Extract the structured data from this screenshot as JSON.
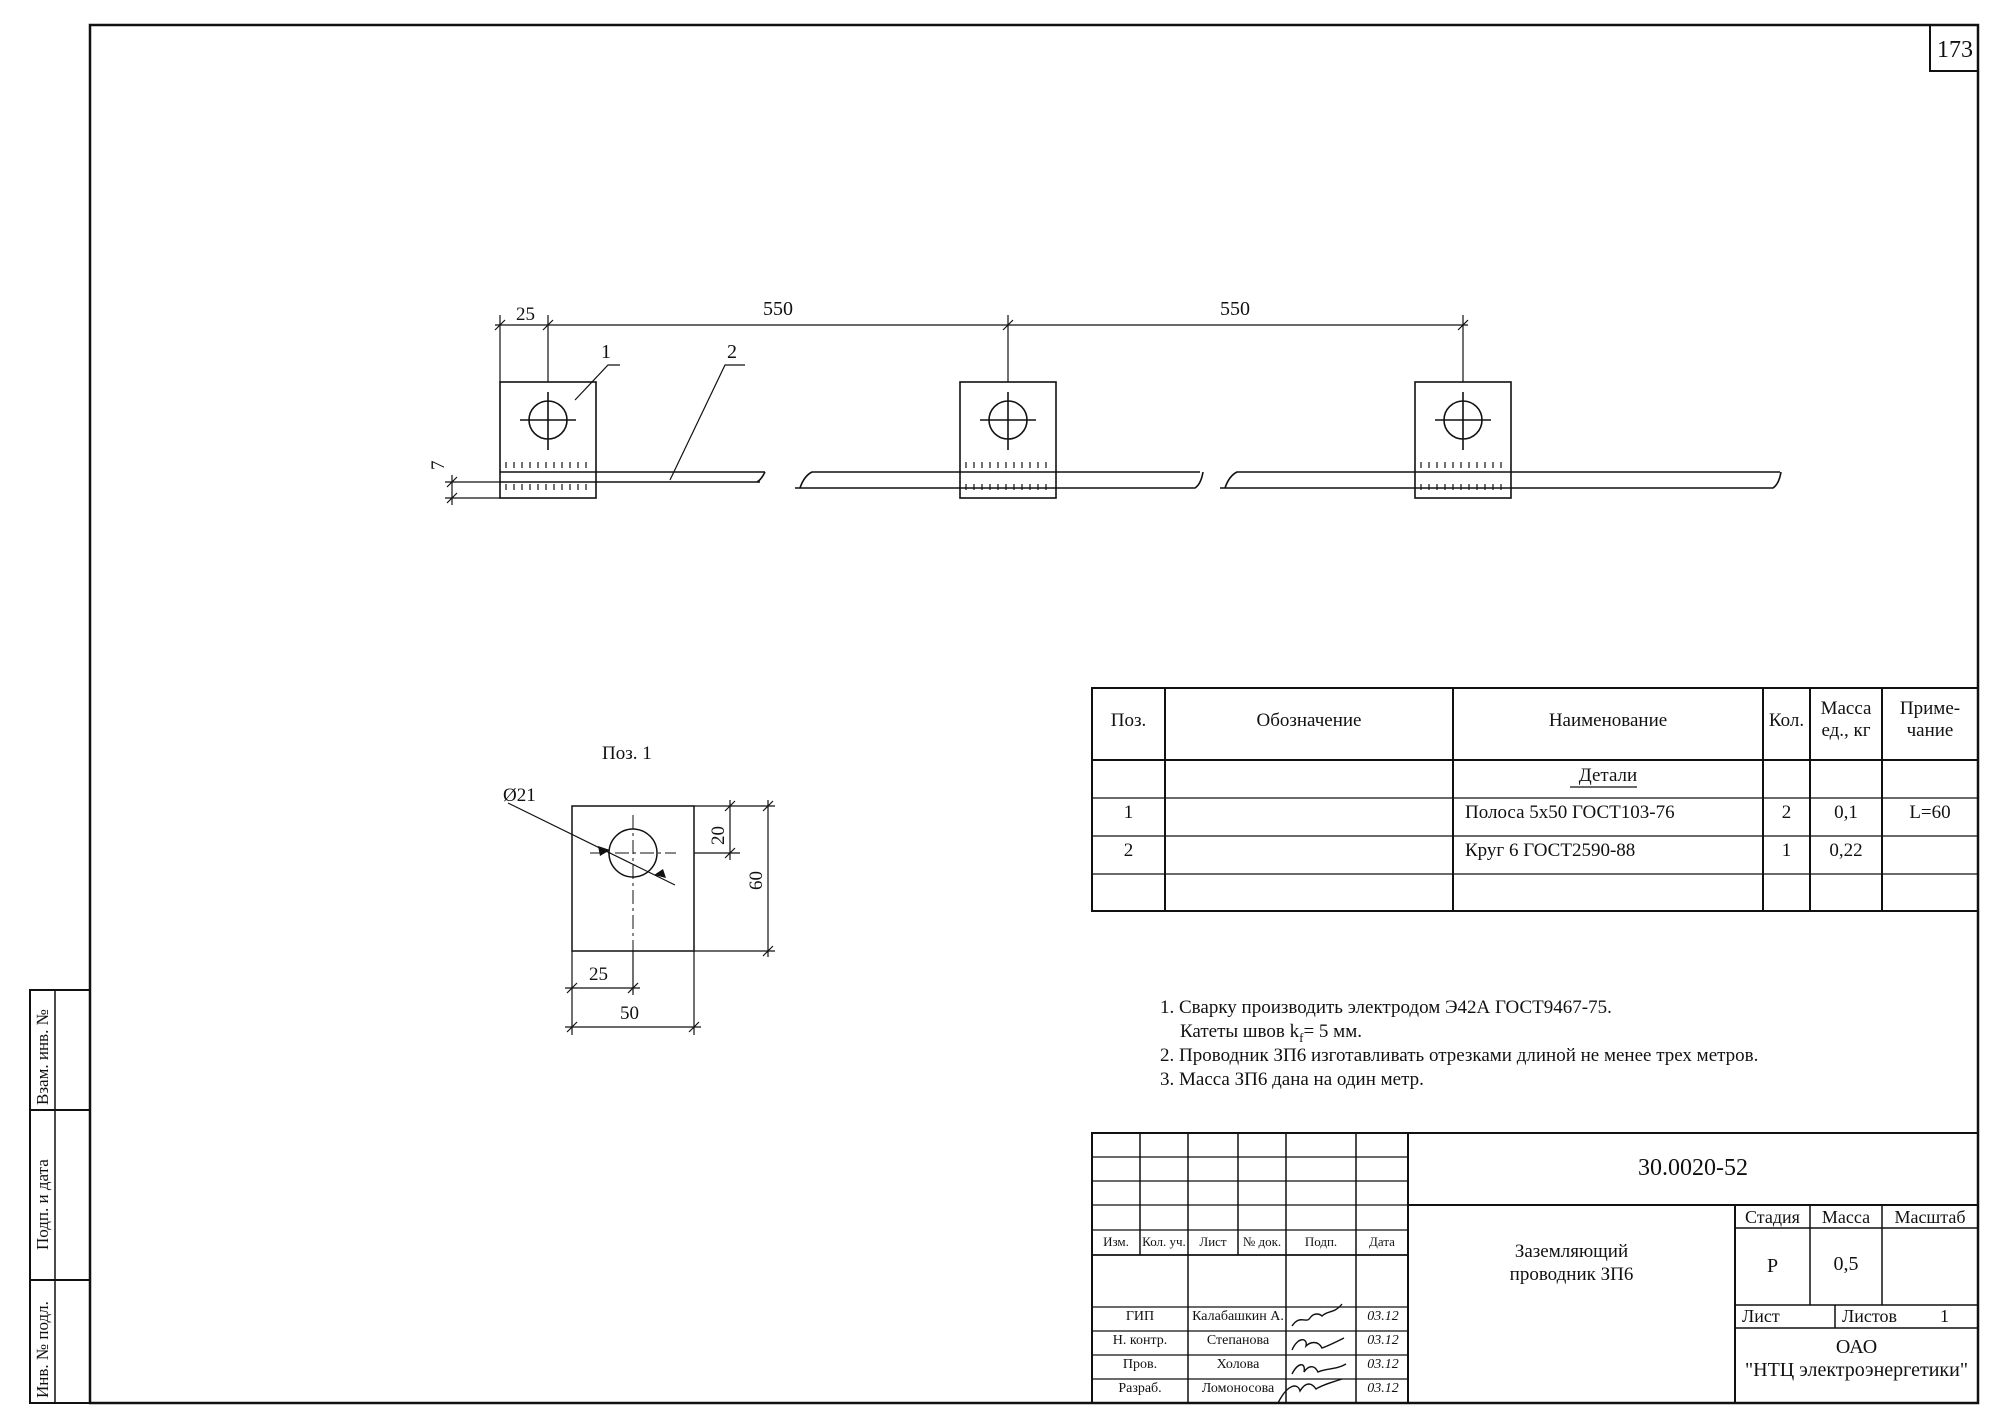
{
  "sheet": {
    "page_number": "173",
    "designation": "30.0020-52",
    "title_line1": "Заземляющий",
    "title_line2": "проводник ЗП6",
    "stage_header": "Стадия",
    "mass_header": "Масса",
    "scale_header": "Масштаб",
    "stage": "Р",
    "mass": "0,5",
    "sheet_label": "Лист",
    "sheets_label": "Листов",
    "sheets_count": "1",
    "org_line1": "ОАО",
    "org_line2": "\"НТЦ электроэнергетики\""
  },
  "side_stamp": {
    "vzam": "Взам. инв. №",
    "podp": "Подп. и дата",
    "inv": "Инв. № подл."
  },
  "drawing": {
    "dim_25_top": "25",
    "dim_550_a": "550",
    "dim_550_b": "550",
    "dim_7": "7",
    "leader_1": "1",
    "leader_2": "2",
    "detail_title": "Поз. 1",
    "dim_d21": "Ø21",
    "dim_20": "20",
    "dim_60": "60",
    "dim_25_bottom": "25",
    "dim_50": "50"
  },
  "spec": {
    "headers": {
      "pos": "Поз.",
      "designation": "Обозначение",
      "name": "Наименование",
      "qty": "Кол.",
      "mass_line1": "Масса",
      "mass_line2": "ед., кг",
      "note_line1": "Приме-",
      "note_line2": "чание"
    },
    "section": "Детали",
    "rows": [
      {
        "pos": "1",
        "name": "Полоса 5х50 ГОСТ103-76",
        "qty": "2",
        "mass": "0,1",
        "note": "L=60"
      },
      {
        "pos": "2",
        "name": "Круг 6 ГОСТ2590-88",
        "qty": "1",
        "mass": "0,22",
        "note": ""
      }
    ]
  },
  "notes": {
    "n1a": "1. Сварку производить электродом Э42А ГОСТ9467-75.",
    "n1b_pre": "Катеты швов k",
    "n1b_sub": "f",
    "n1b_post": "= 5 мм.",
    "n2": "2. Проводник ЗП6 изготавливать отрезками длиной не менее трех метров.",
    "n3": "3. Масса ЗП6 дана на один метр."
  },
  "stamp": {
    "col_izm": "Изм.",
    "col_kol": "Кол. уч.",
    "col_list": "Лист",
    "col_ndoc": "№ док.",
    "col_podp": "Подп.",
    "col_date": "Дата",
    "roles": [
      {
        "role": "ГИП",
        "name": "Калабашкин А.",
        "date": "03.12"
      },
      {
        "role": "Н. контр.",
        "name": "Степанова",
        "date": "03.12"
      },
      {
        "role": "Пров.",
        "name": "Холова",
        "date": "03.12"
      },
      {
        "role": "Разраб.",
        "name": "Ломоносова",
        "date": "03.12"
      }
    ]
  }
}
